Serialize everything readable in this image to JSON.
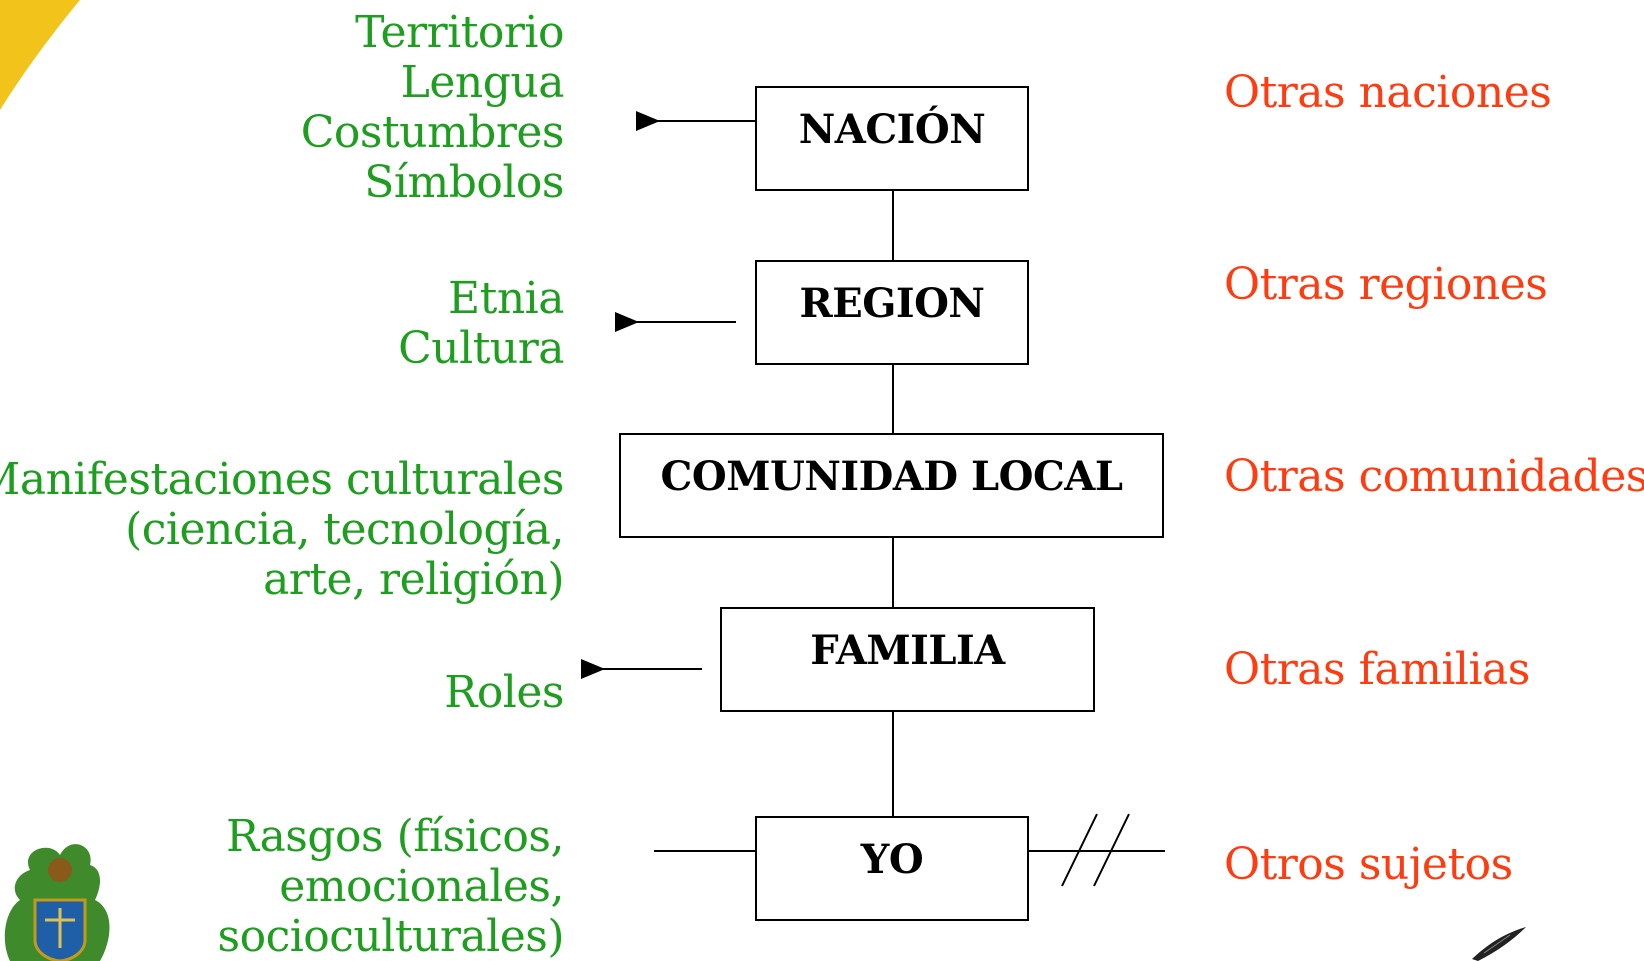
{
  "nodes": {
    "nacion": "NACIÓN",
    "region": "REGION",
    "comunidad": "COMUNIDAD LOCAL",
    "familia": "FAMILIA",
    "yo": "YO"
  },
  "left_labels": {
    "nacion": [
      "Territorio",
      "Lengua",
      "Costumbres",
      "Símbolos"
    ],
    "region": [
      "Etnia",
      "Cultura"
    ],
    "comunidad": [
      "Manifestaciones culturales",
      "(ciencia, tecnología,",
      "arte, religión)"
    ],
    "familia": [
      "Roles"
    ],
    "yo": [
      "Rasgos (físicos,",
      "emocionales,",
      "socioculturales)"
    ]
  },
  "right_labels": {
    "nacion": "Otras naciones",
    "region": "Otras regiones",
    "comunidad": "Otras comunidades",
    "familia": "Otras familias",
    "yo": "Otros sujetos"
  },
  "colors": {
    "left_text": "#1e9e1e",
    "right_text": "#ff3b10",
    "box_border": "#000000",
    "decor_yellow": "#f2c31a"
  },
  "icons": [
    "swoosh-decoration-icon",
    "coat-of-arms-icon",
    "quill-icon"
  ]
}
